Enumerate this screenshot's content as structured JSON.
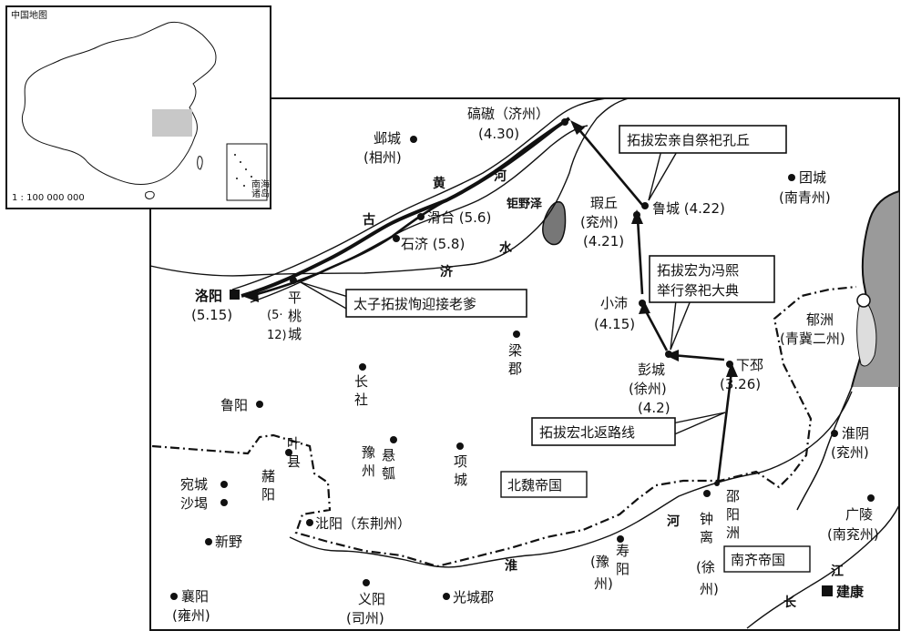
{
  "inset": {
    "title": "中国地图",
    "scale": "1 : 100 000 000",
    "sea_box_lines": [
      "南海",
      "诸岛"
    ]
  },
  "rivers": {
    "huang": [
      "黄",
      "河"
    ],
    "gu": "古",
    "ji": [
      "济",
      "水"
    ],
    "juye": "钜野泽",
    "huai": [
      "淮",
      "河"
    ],
    "jiang": [
      "江",
      "长"
    ]
  },
  "callouts": {
    "kongqiu": "拓拔宏亲自祭祀孔丘",
    "fengxi": [
      "拓拔宏为冯熙",
      "举行祭祀大典"
    ],
    "taizi": "太子拓拔恂迎接老爹",
    "route": "拓拔宏北返路线"
  },
  "states": {
    "beiwei": "北魏帝国",
    "nanqi": "南齐帝国"
  },
  "places": {
    "qiao": [
      "碻磝（济州）",
      "(4.30)"
    ],
    "yecheng": [
      "邺城",
      "(相州)"
    ],
    "huatai": "滑台 (5.6)",
    "shiji": "石济 (5.8)",
    "luoyang": [
      "洛阳",
      "(5.15)"
    ],
    "pingtao": [
      "平",
      "桃",
      "城"
    ],
    "pingtao_date": [
      "(5·",
      "12)"
    ],
    "xiaqiu": [
      "瑕丘",
      "(兖州)",
      "(4.21)"
    ],
    "lucheng": "鲁城 (4.22)",
    "tuancheng": [
      "团城",
      "(南青州)"
    ],
    "xiaopei": [
      "小沛",
      "(4.15)"
    ],
    "pengcheng": [
      "彭城",
      "(徐州)",
      "(4.2)"
    ],
    "xiapi": [
      "下邳",
      "(3.26)"
    ],
    "yuzhou": [
      "郁洲",
      "(青冀二州)"
    ],
    "liangjun": [
      "梁",
      "郡"
    ],
    "changshe": [
      "长",
      "社"
    ],
    "luyang": "鲁阳",
    "yexian": [
      "叶",
      "县"
    ],
    "zhuyang": [
      "赭",
      "阳"
    ],
    "xuanhu": [
      "悬",
      "瓠"
    ],
    "xuanhu_zhou": [
      "豫",
      "州"
    ],
    "xiangcheng": [
      "项",
      "城"
    ],
    "huaiyin": [
      "淮阴",
      "(兖州)"
    ],
    "wancheng": "宛城",
    "shahe": "沙堨",
    "xinye": "新野",
    "biyang": "沘阳（东荆州）",
    "shouyang": [
      "寿",
      "阳"
    ],
    "shouyang_zhou": [
      "(豫",
      "州)"
    ],
    "shaoyang": [
      "邵",
      "阳",
      "洲"
    ],
    "zhongli": [
      "钟",
      "离"
    ],
    "zhongli_zhou": [
      "(徐",
      "州)"
    ],
    "guangling": [
      "广陵",
      "(南兖州)"
    ],
    "xiangyang": [
      "襄阳",
      "(雍州)"
    ],
    "yiyang": [
      "义阳",
      "(司州)"
    ],
    "guangchengjun": "光城郡",
    "jiankang": "建康"
  }
}
